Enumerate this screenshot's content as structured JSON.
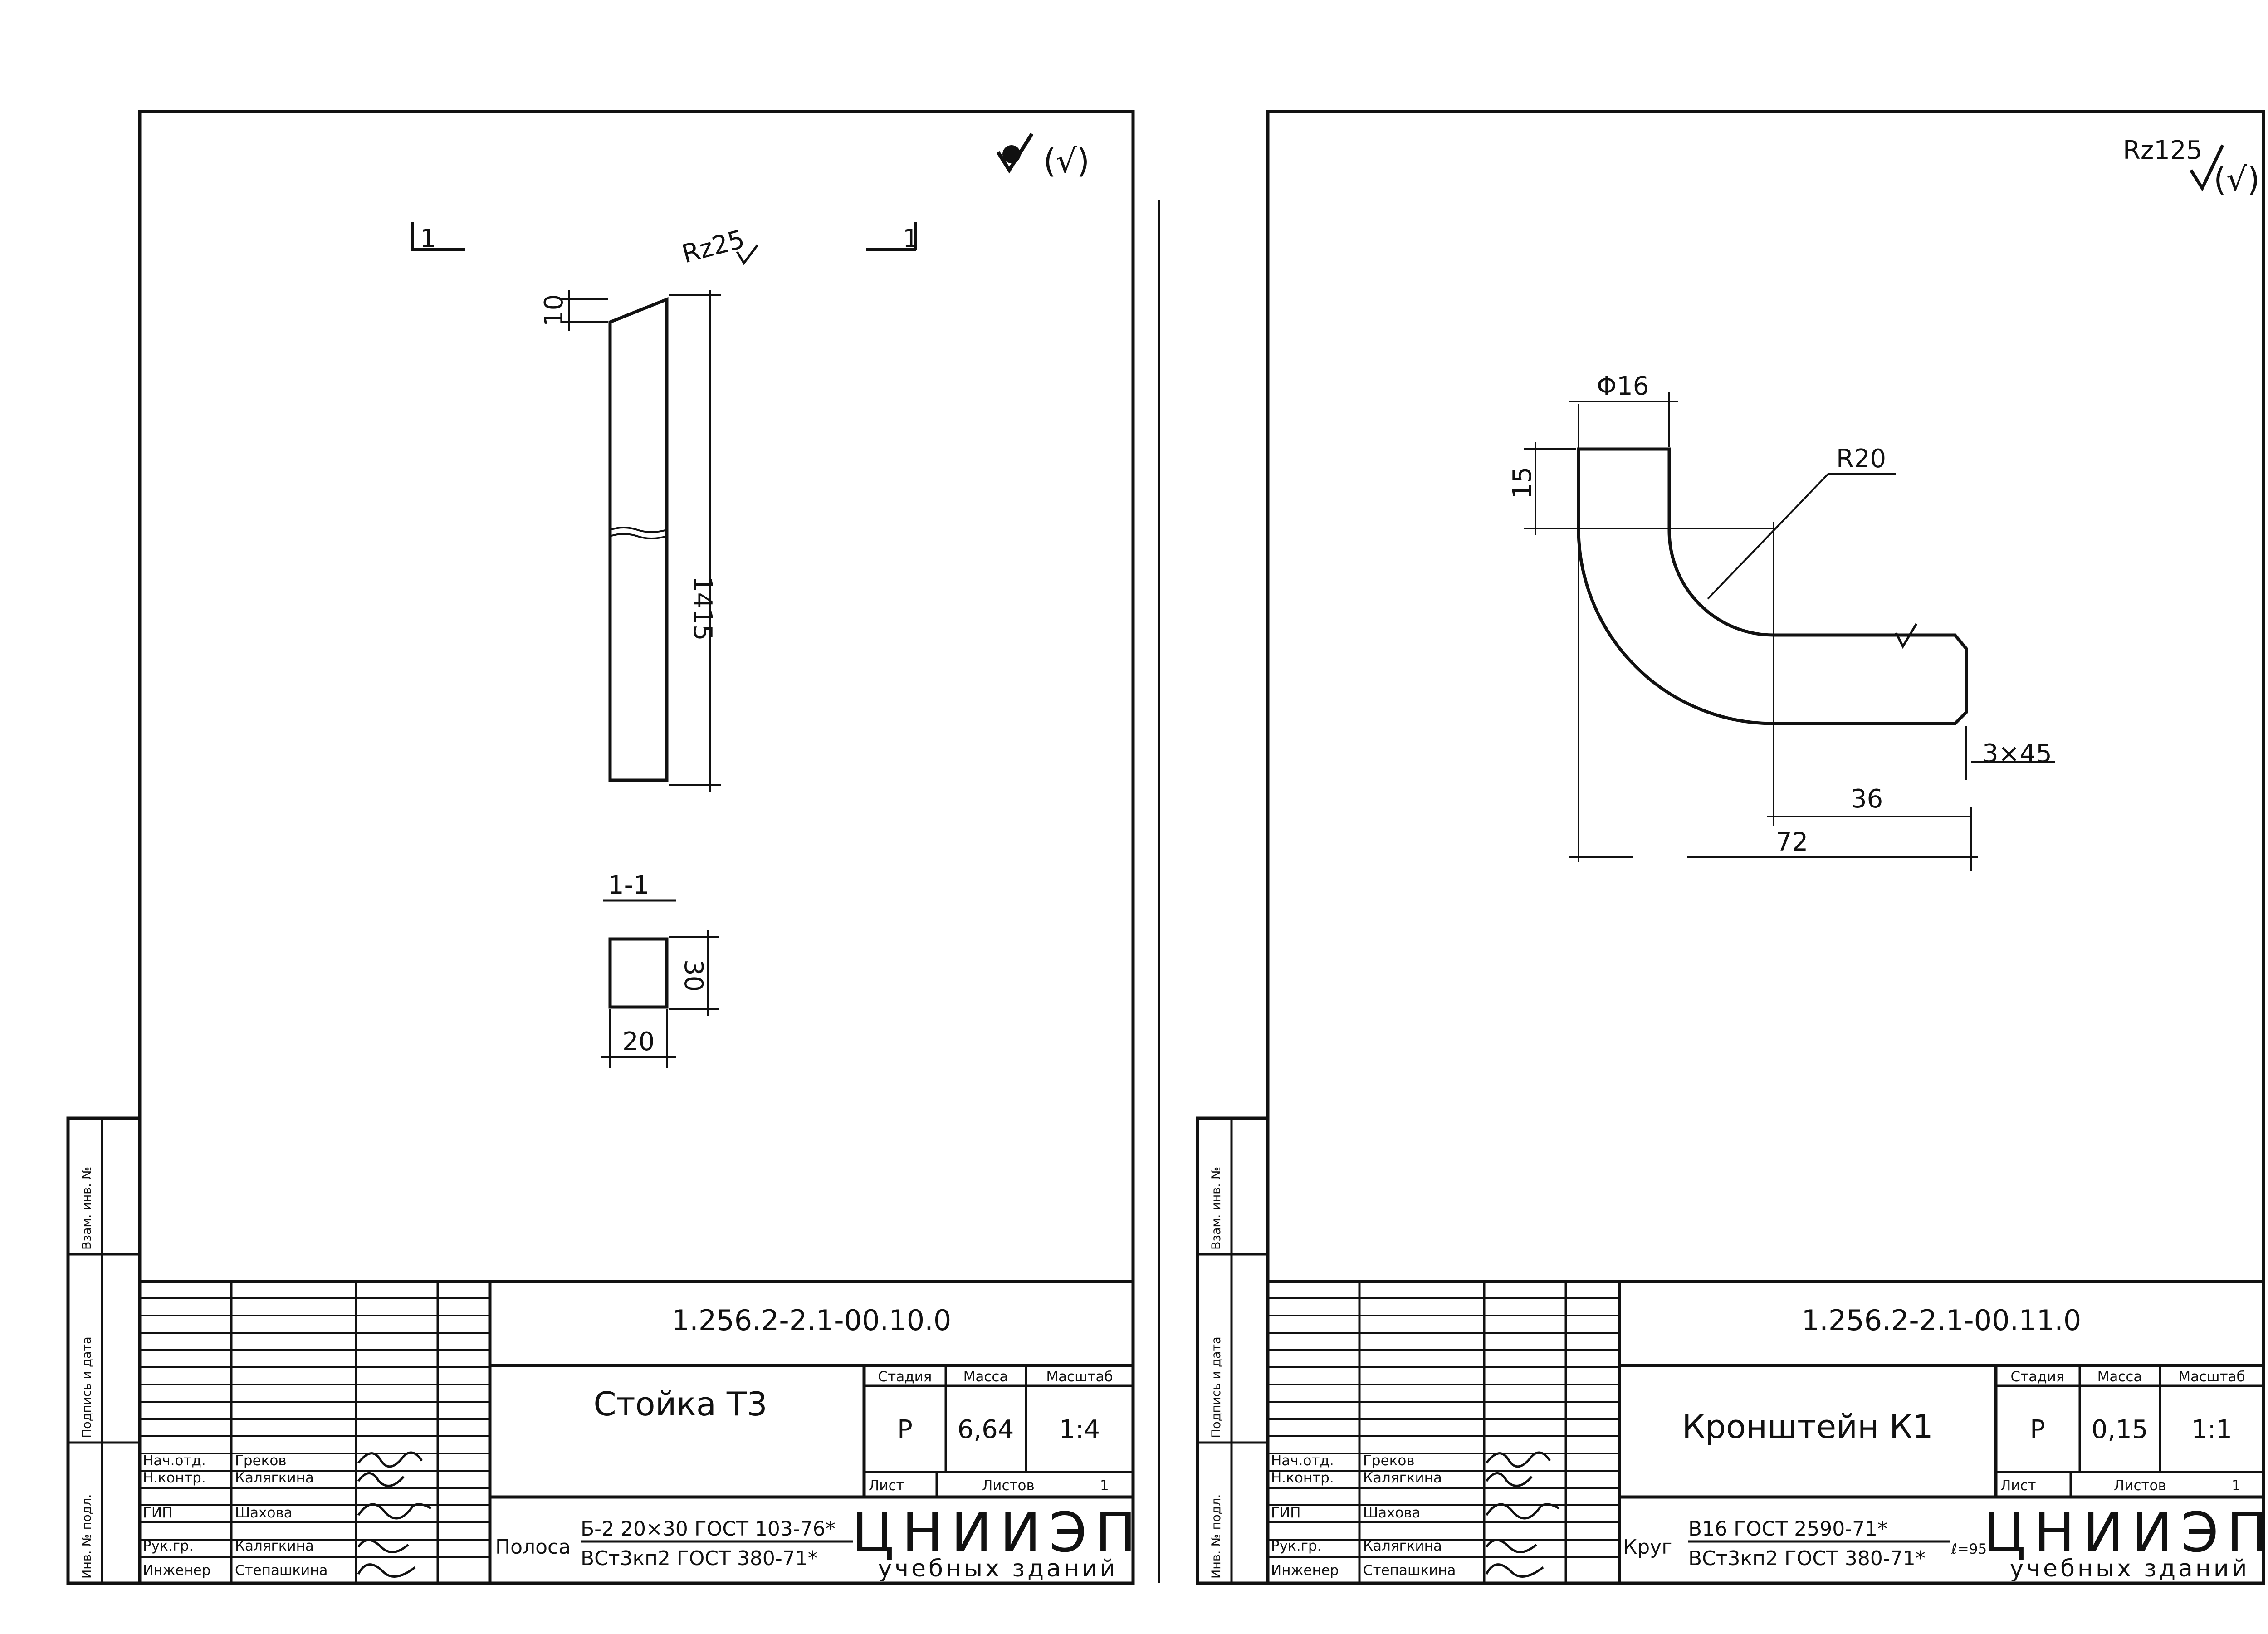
{
  "sheets": [
    {
      "code": "1.256.2-2.1-00.10.0",
      "title": "Стойка Т3",
      "stage_header": "Стадия",
      "mass_header": "Масса",
      "scale_header": "Масштаб",
      "stage": "Р",
      "mass": "6,64",
      "scale": "1:4",
      "sheet_label": "Лист",
      "sheets_label": "Листов",
      "sheets_count": "1",
      "material_prefix": "Полоса",
      "material_top": "Б-2 20×30 ГОСТ 103-76*",
      "material_bottom": "ВСт3кп2 ГОСТ 380-71*",
      "material_suffix": "",
      "org_name": "ЦНИИЭП",
      "org_sub": "учебных зданий",
      "roughness_corner": "(√)",
      "drawing": {
        "roughness_surface": "Rz25",
        "section_mark": "1",
        "section_title": "1-1",
        "dims": {
          "top": "10",
          "length": "1415",
          "height": "30",
          "width": "20"
        }
      },
      "staff": [
        {
          "role": "Нач.отд.",
          "name": "Греков"
        },
        {
          "role": "Н.контр.",
          "name": "Калягкина"
        },
        {
          "role": "ГИП",
          "name": "Шахова"
        },
        {
          "role": "Рук.гр.",
          "name": "Калягкина"
        },
        {
          "role": "Инженер",
          "name": "Степашкина"
        }
      ],
      "side_labels": [
        "Инв. № подл.",
        "Подпись и дата",
        "Взам. инв. №"
      ]
    },
    {
      "code": "1.256.2-2.1-00.11.0",
      "title": "Кронштейн К1",
      "stage_header": "Стадия",
      "mass_header": "Масса",
      "scale_header": "Масштаб",
      "stage": "Р",
      "mass": "0,15",
      "scale": "1:1",
      "sheet_label": "Лист",
      "sheets_label": "Листов",
      "sheets_count": "1",
      "material_prefix": "Круг",
      "material_top": "В16 ГОСТ 2590-71*",
      "material_bottom": "ВСт3кп2 ГОСТ 380-71*",
      "material_suffix": "ℓ=95",
      "org_name": "ЦНИИЭП",
      "org_sub": "учебных зданий",
      "roughness_corner": "Rz125",
      "roughness_corner_paren": "(√)",
      "drawing": {
        "dims": {
          "diameter": "Φ16",
          "radius": "R20",
          "top": "15",
          "chamfer": "3×45",
          "short": "36",
          "total": "72"
        }
      },
      "staff": [
        {
          "role": "Нач.отд.",
          "name": "Греков"
        },
        {
          "role": "Н.контр.",
          "name": "Калягкина"
        },
        {
          "role": "ГИП",
          "name": "Шахова"
        },
        {
          "role": "Рук.гр.",
          "name": "Калягкина"
        },
        {
          "role": "Инженер",
          "name": "Степашкина"
        }
      ],
      "side_labels": [
        "Инв. № подл.",
        "Подпись и дата",
        "Взам. инв. №"
      ]
    }
  ]
}
